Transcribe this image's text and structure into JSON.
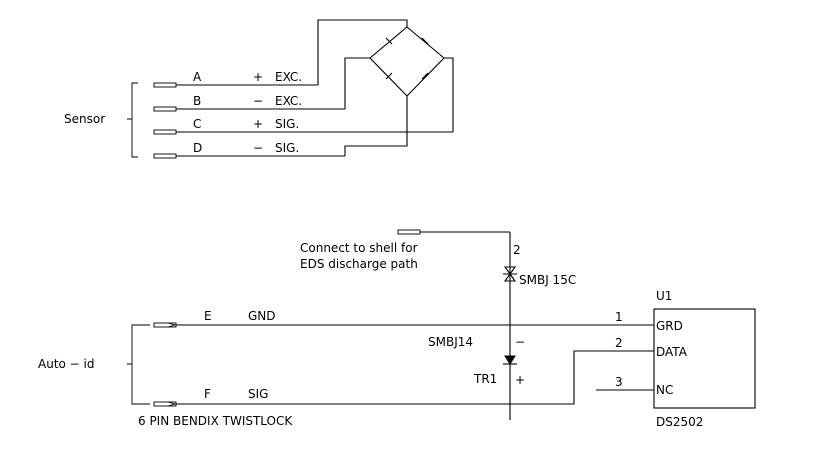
{
  "sensor": {
    "label": "Sensor",
    "pins": [
      {
        "letter": "A",
        "sign": "+",
        "name": "EXC."
      },
      {
        "letter": "B",
        "sign": "−",
        "name": "EXC."
      },
      {
        "letter": "C",
        "sign": "+",
        "name": "SIG."
      },
      {
        "letter": "D",
        "sign": "−",
        "name": "SIG."
      }
    ]
  },
  "autoid": {
    "label": "Auto − id",
    "connector_label": "6 PIN BENDIX TWISTLOCK",
    "pins": [
      {
        "letter": "E",
        "name": "GND"
      },
      {
        "letter": "F",
        "name": "SIG"
      }
    ]
  },
  "shell_note": {
    "line1": "Connect to shell for",
    "line2": "EDS discharge path"
  },
  "tvs_upper": {
    "pin": "2",
    "part": "SMBJ 15C"
  },
  "tvs_lower": {
    "part": "SMBJ14",
    "ref": "TR1",
    "minus": "−",
    "plus": "+"
  },
  "chip": {
    "ref": "U1",
    "part": "DS2502",
    "pins": [
      {
        "num": "1",
        "name": "GRD"
      },
      {
        "num": "2",
        "name": "DATA"
      },
      {
        "num": "3",
        "name": "NC"
      }
    ]
  }
}
